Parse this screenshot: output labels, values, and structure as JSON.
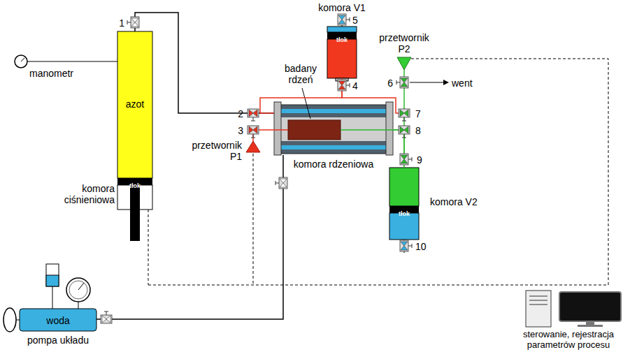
{
  "diagram": {
    "nodes": [
      {
        "text": [
          "komora V1",
          "tłok"
        ]
      },
      {
        "text": [
          "azot",
          "tłok"
        ]
      },
      {
        "text": [
          "komora rdzeniowa"
        ]
      },
      {
        "text": [
          "tłok",
          "komora V2"
        ]
      },
      {
        "text": [
          "woda",
          "pompa układu"
        ]
      }
    ],
    "edges": [
      {
        "from": 1,
        "to": 2,
        "arrow": "none"
      },
      {
        "from": 0,
        "to": 2,
        "arrow": "none"
      },
      {
        "from": 3,
        "to": 2,
        "arrow": "none"
      },
      {
        "from": 4,
        "to": 2,
        "arrow": "none"
      }
    ],
    "labels": [
      "1",
      "manometr",
      "komora ciśnieniowa",
      "2",
      "3",
      "przetwornik P1",
      "badany rdzeń",
      "5",
      "4",
      "przetwornik P2",
      "6",
      "went",
      "7",
      "8",
      "9",
      "10",
      "sterowanie, rejestracja parametrów procesu"
    ]
  }
}
